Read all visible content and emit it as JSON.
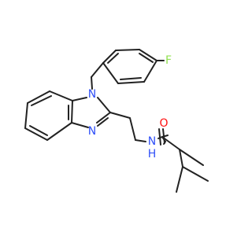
{
  "molecule": {
    "atoms": {
      "fluorine": {
        "symbol": "F",
        "color": "#90e050"
      },
      "n1": {
        "symbol": "N",
        "color": "#3050f8"
      },
      "n3": {
        "symbol": "N",
        "color": "#3050f8"
      },
      "amide_nitrogen": {
        "symbol": "N",
        "color": "#3050f8"
      },
      "amide_hydrogen": {
        "symbol": "H",
        "color": "#3050f8"
      },
      "carbonyl_oxygen": {
        "symbol": "O",
        "color": "#ff0d0d"
      }
    },
    "bond_color": "#222222"
  }
}
